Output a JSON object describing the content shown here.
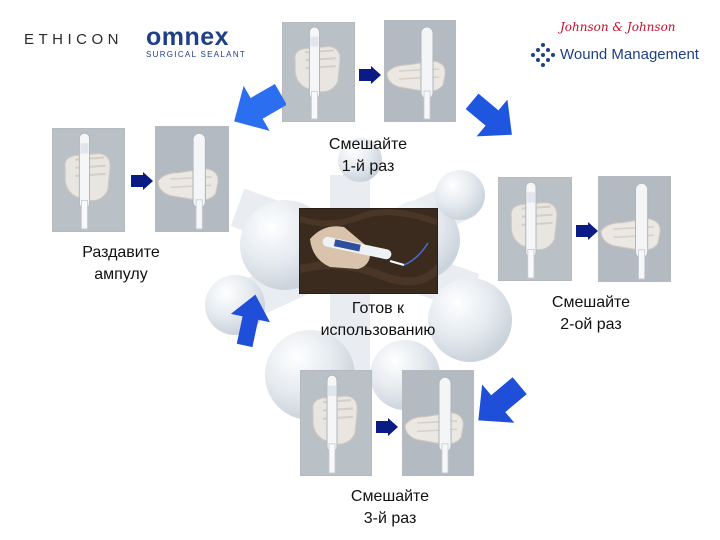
{
  "logos": {
    "ethicon": "ETHICON",
    "omnex": "omnex",
    "omnex_sub": "SURGICAL SEALANT",
    "jj": "Johnson & Johnson",
    "wound": "Wound Management"
  },
  "captions": {
    "mix1": "Смешайте\n1-й раз",
    "crush": "Раздавите\nампулу",
    "ready": "Готов к\nиспользованию",
    "mix2": "Смешайте\n2-ой раз",
    "mix3": "Смешайте\n3-й раз"
  },
  "colors": {
    "arrow_blue": "#1f4fd8",
    "arrow_navy": "#0a1b86",
    "brand_navy": "#1f3f87",
    "jj_red": "#c8102e"
  }
}
